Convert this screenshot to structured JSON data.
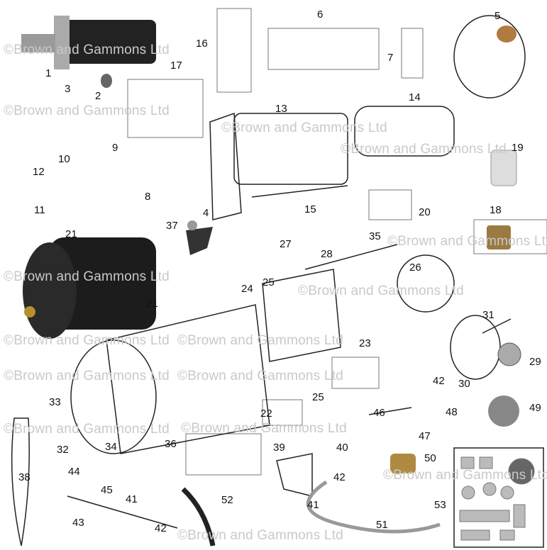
{
  "watermark": "©Brown and Gammons Ltd",
  "callouts": [
    "1",
    "2",
    "3",
    "4",
    "5",
    "6",
    "7",
    "8",
    "9",
    "10",
    "11",
    "12",
    "13",
    "14",
    "15",
    "16",
    "17",
    "18",
    "19",
    "20",
    "21",
    "21",
    "22",
    "23",
    "24",
    "25",
    "25",
    "26",
    "27",
    "28",
    "29",
    "30",
    "31",
    "32",
    "33",
    "34",
    "35",
    "36",
    "37",
    "38",
    "39",
    "40",
    "41",
    "41",
    "42",
    "42",
    "42",
    "43",
    "44",
    "45",
    "46",
    "47",
    "48",
    "49",
    "50",
    "51",
    "52",
    "53"
  ]
}
